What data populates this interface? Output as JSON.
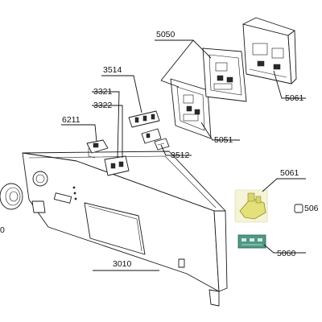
{
  "parts": [
    {
      "id": "p5050",
      "number": "5050"
    },
    {
      "id": "p5061a",
      "number": "5061"
    },
    {
      "id": "p3514",
      "number": "3514"
    },
    {
      "id": "p3321",
      "number": "3321"
    },
    {
      "id": "p3322",
      "number": "3322"
    },
    {
      "id": "p6211",
      "number": "6211"
    },
    {
      "id": "p5051",
      "number": "5051"
    },
    {
      "id": "p3512",
      "number": "3512"
    },
    {
      "id": "p5061b",
      "number": "5061"
    },
    {
      "id": "p506x",
      "number": "506"
    },
    {
      "id": "p5060",
      "number": "5060"
    },
    {
      "id": "p3010",
      "number": "3010"
    },
    {
      "id": "p0",
      "number": "0"
    }
  ],
  "colors": {
    "highlight_part": "#e4e07a",
    "board_part": "#4d9a85",
    "line": "#111111"
  }
}
